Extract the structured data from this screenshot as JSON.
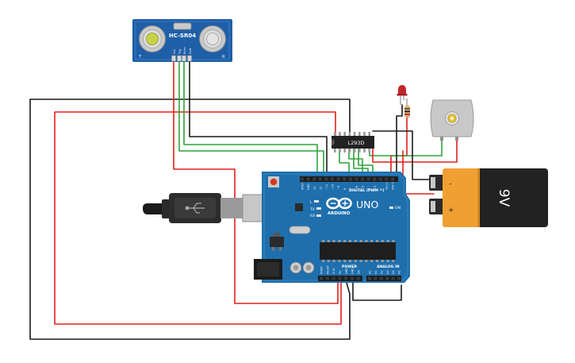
{
  "sensor": {
    "label": "HC-SR04",
    "pins": [
      "Vcc",
      "Trig",
      "Echo",
      "Gnd"
    ],
    "corner_marks": [
      "T",
      "R"
    ]
  },
  "driver": {
    "label": "L293D"
  },
  "board": {
    "brand": "ARDUINO",
    "model": "UNO",
    "digital_label": "DIGITAL (PWM ~)",
    "power_label": "POWER",
    "analog_label": "ANALOG IN",
    "on_label": "ON",
    "tx_label": "TX",
    "rx_label": "RX",
    "led_l_label": "L",
    "digital_pins": [
      "AREF",
      "GND",
      "13",
      "12",
      "~11",
      "~10",
      "~9",
      "8",
      "7",
      "~6",
      "~5",
      "4",
      "~3",
      "2",
      "TX→1",
      "RX←0"
    ],
    "power_pins": [
      "IOREF",
      "RESET",
      "3.3V",
      "5V",
      "GND",
      "GND",
      "Vin"
    ],
    "analog_pins": [
      "A0",
      "A1",
      "A2",
      "A3",
      "A4",
      "A5"
    ]
  },
  "battery": {
    "label": "9V",
    "minus": "–",
    "plus": "+"
  },
  "colors": {
    "wire_red": "#e0201b",
    "wire_green": "#2ea33a",
    "wire_black": "#1a1a1a",
    "board_blue": "#1f6fad",
    "sensor_blue": "#1f5fa8",
    "battery_orange": "#f0a033",
    "battery_black": "#222222"
  }
}
